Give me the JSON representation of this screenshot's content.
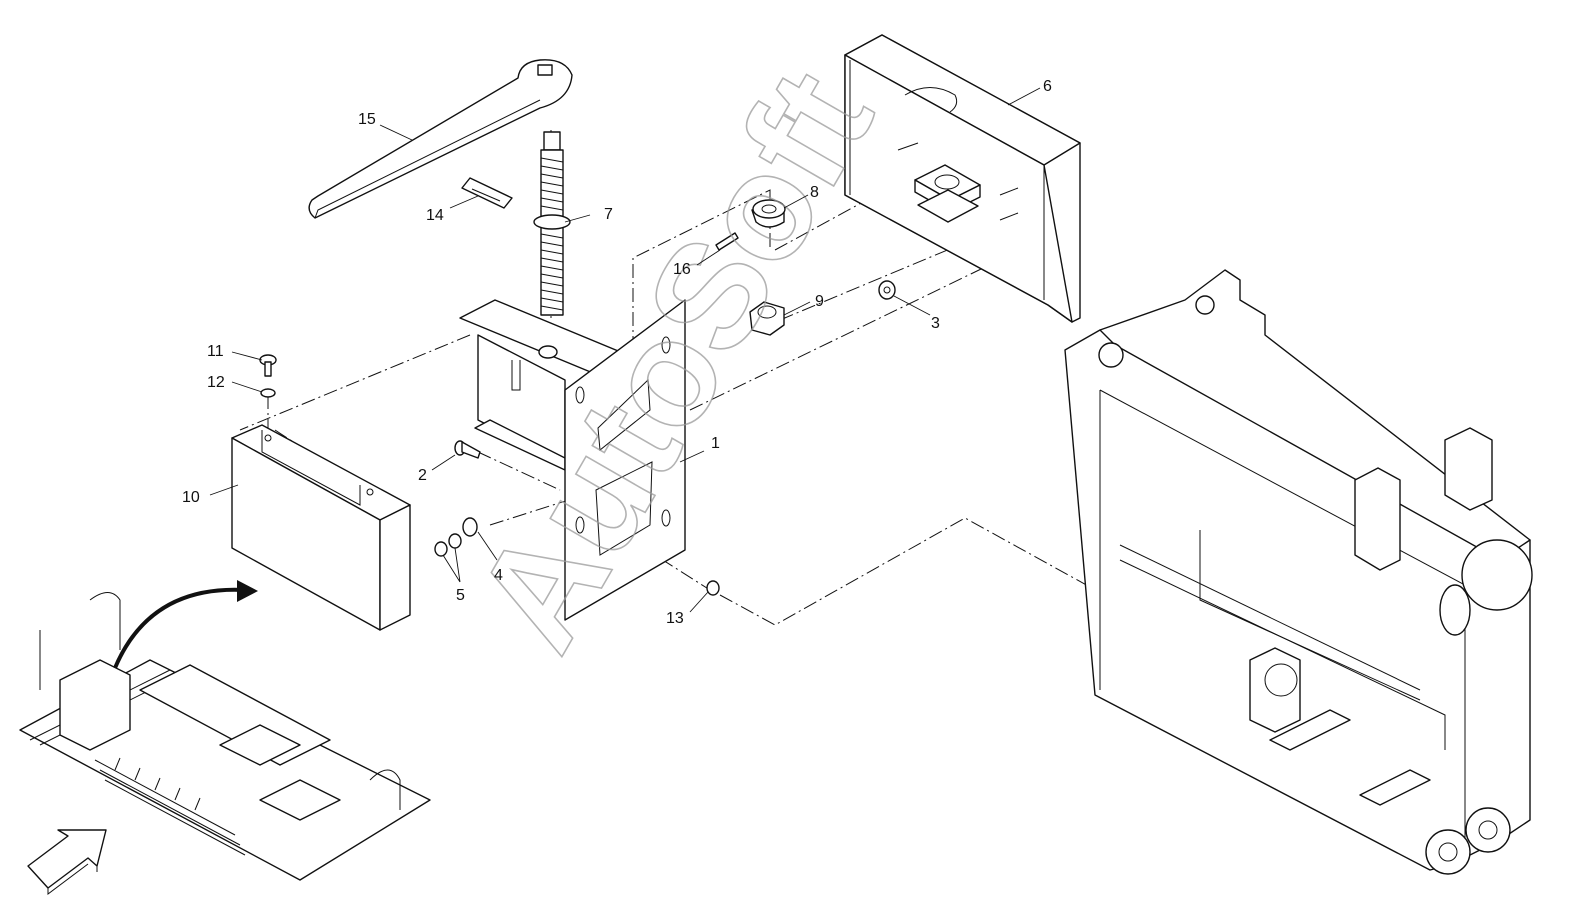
{
  "watermark": "AutoSoft",
  "callouts": {
    "c1": "1",
    "c2": "2",
    "c3": "3",
    "c4": "4",
    "c5": "5",
    "c6": "6",
    "c7": "7",
    "c8": "8",
    "c9": "9",
    "c10": "10",
    "c11": "11",
    "c12": "12",
    "c13": "13",
    "c14": "14",
    "c15": "15",
    "c16": "16"
  },
  "icons": {
    "locator_arrow": "curved-arrow-icon",
    "view_direction": "view-direction-arrow-icon"
  }
}
